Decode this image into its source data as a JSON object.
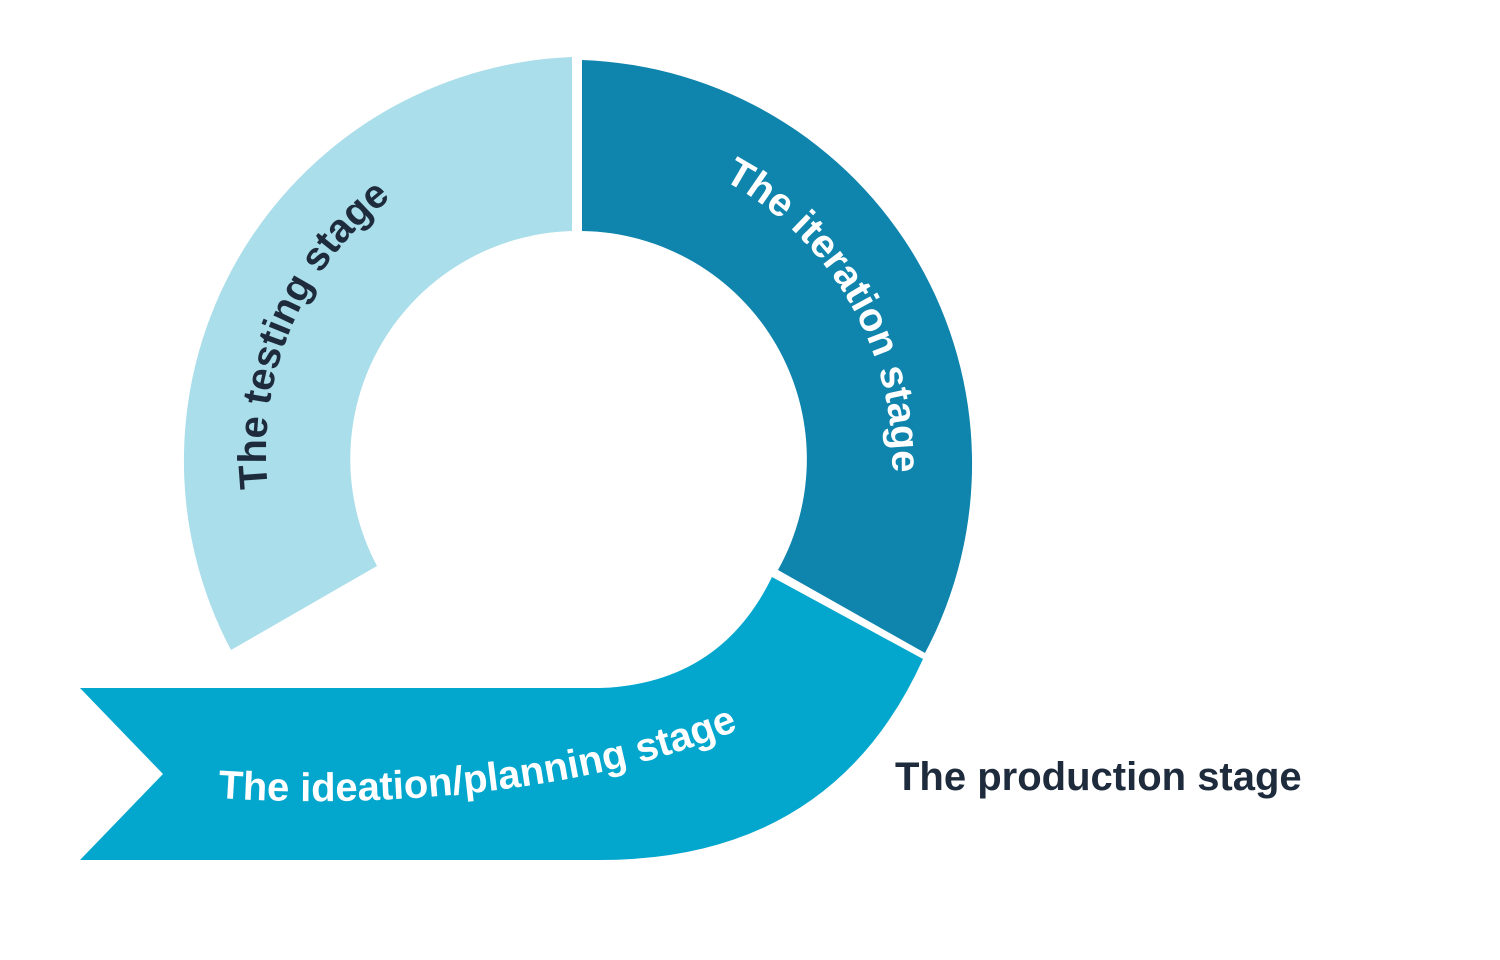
{
  "diagram": {
    "stages": {
      "ideation": {
        "label": "The ideation/planning stage",
        "color": "#03a6cc"
      },
      "testing": {
        "label": "The testing stage",
        "color": "#aadeea"
      },
      "iteration": {
        "label": "The iteration stage",
        "color": "#0f84ac"
      },
      "production": {
        "label": "The production stage",
        "color": "#1e2b3c"
      }
    }
  }
}
